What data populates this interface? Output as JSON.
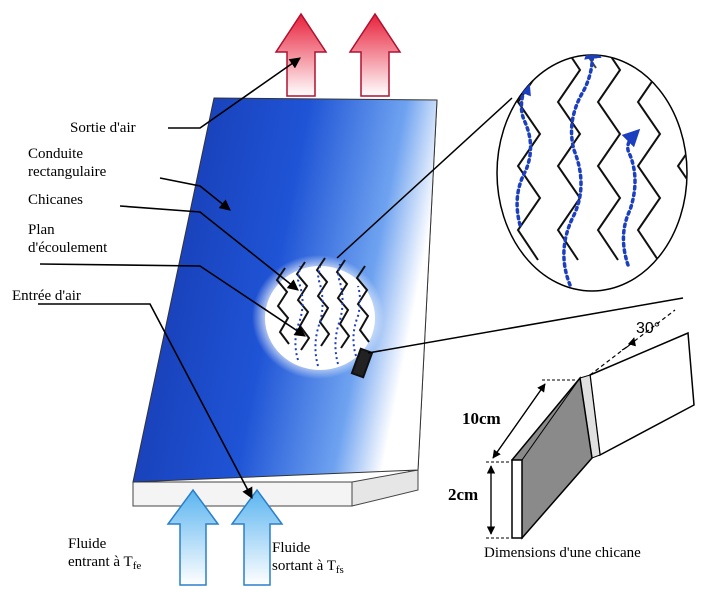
{
  "labels": {
    "air_outlet": "Sortie d'air",
    "duct_line1": "Conduite",
    "duct_line2": "rectangulaire",
    "baffles": "Chicanes",
    "flow_plane_line1": "Plan",
    "flow_plane_line2": "d'écoulement",
    "air_inlet": "Entrée d'air",
    "fluid_in_line1": "Fluide",
    "fluid_in_line2": "entrant à T",
    "fluid_in_sub": "fe",
    "fluid_out_line1": "Fluide",
    "fluid_out_line2": "sortant à T",
    "fluid_out_sub": "fs",
    "angle": "30°",
    "length": "10cm",
    "height": "2cm",
    "caption": "Dimensions d'une chicane"
  },
  "colors": {
    "duct_dark": "#1b3fb8",
    "duct_light": "#ffffff",
    "flow_arrow": "#1c3fbf",
    "outlet_arrow": "#e8203a",
    "inlet_arrow": "#5ab4f0",
    "baffle_face": "#8a8a8a"
  }
}
